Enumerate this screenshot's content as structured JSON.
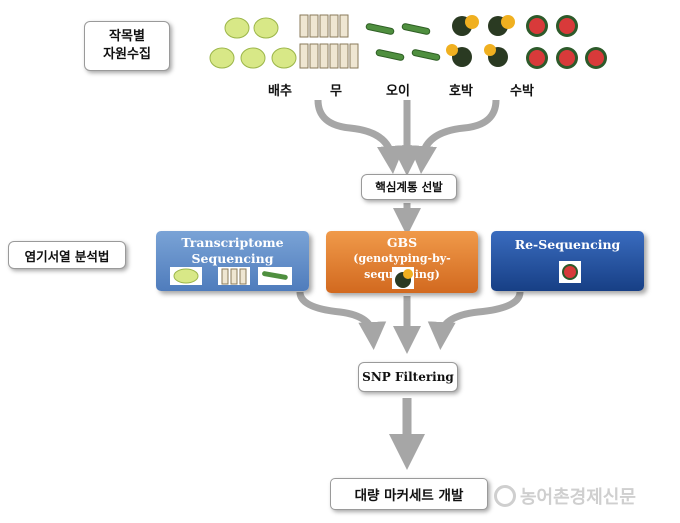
{
  "collection_box": {
    "line1": "작목별",
    "line2": "자원수집"
  },
  "crops": [
    {
      "label": "배추",
      "icon": "cabbage-icon"
    },
    {
      "label": "무",
      "icon": "radish-icon"
    },
    {
      "label": "오이",
      "icon": "cucumber-icon"
    },
    {
      "label": "호박",
      "icon": "pumpkin-icon"
    },
    {
      "label": "수박",
      "icon": "watermelon-icon"
    }
  ],
  "core_selection": "핵심계통 선발",
  "method_label": "염기서열 분석법",
  "methods": {
    "transcriptome": {
      "line1": "Transcriptome",
      "line2": "Sequencing",
      "color": "#5b88c4"
    },
    "gbs": {
      "line1": "GBS",
      "line2": "(genotyping-by-sequencing)",
      "color": "#de7a2a"
    },
    "reseq": {
      "line1": "Re-Sequencing",
      "color": "#1f4f9c"
    }
  },
  "snp_filtering": "SNP Filtering",
  "final": "대량 마커세트 개발",
  "watermark": "농어촌경제신문",
  "colors": {
    "arrow": "#a6a6a6"
  }
}
